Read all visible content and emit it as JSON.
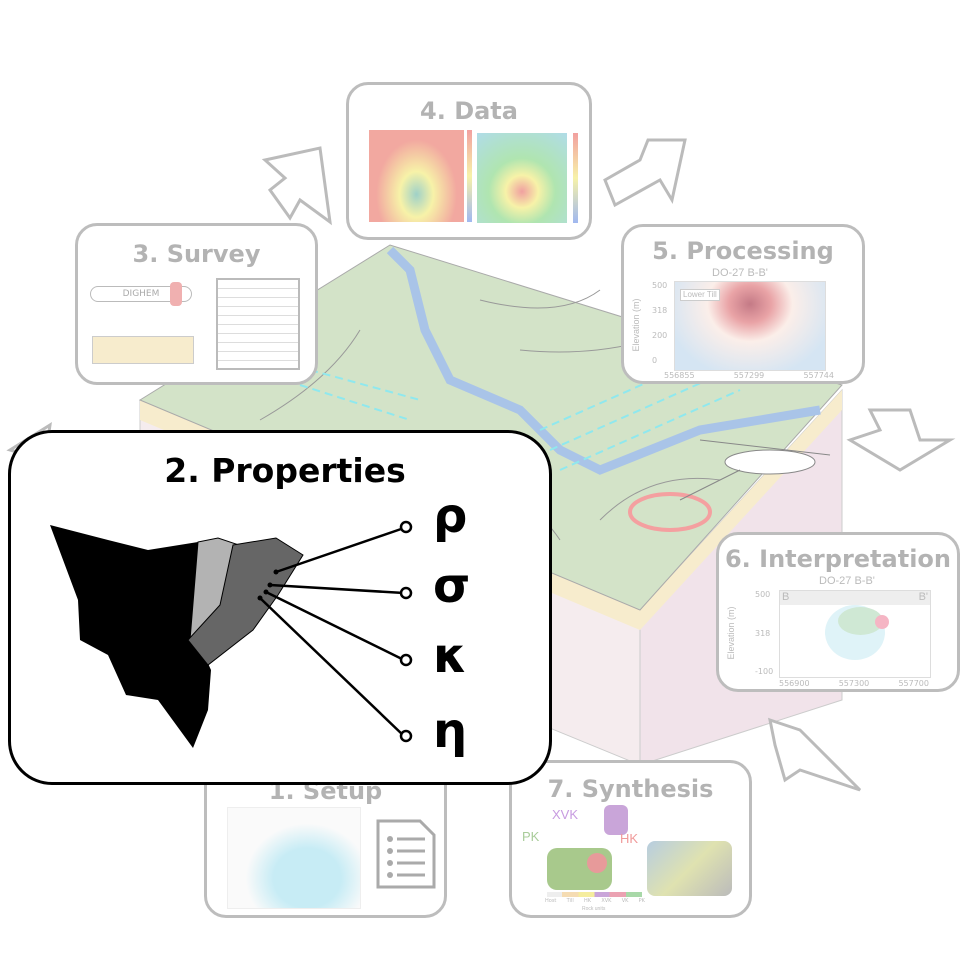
{
  "steps": {
    "setup": {
      "title": "1. Setup"
    },
    "properties": {
      "title": "2. Properties",
      "symbols": [
        "ρ",
        "σ",
        "κ",
        "η"
      ]
    },
    "survey": {
      "title": "3. Survey",
      "instrument_label": "DIGHEM"
    },
    "data": {
      "title": "4. Data"
    },
    "processing": {
      "title": "5. Processing",
      "plot_title": "DO-27 B-B'",
      "ylabel": "Elevation (m)",
      "yticks": [
        "0",
        "200",
        "318",
        "500"
      ],
      "xticks": [
        "556855",
        "557299",
        "557744"
      ],
      "annotation": "Lower Till"
    },
    "interpretation": {
      "title": "6. Interpretation",
      "plot_title": "DO-27 B-B'",
      "ylabel": "Elevation (m)",
      "yticks": [
        "-100",
        "318",
        "500"
      ],
      "xticks": [
        "556900",
        "557300",
        "557700"
      ],
      "section_left": "B",
      "section_right": "B'"
    },
    "synthesis": {
      "title": "7. Synthesis",
      "labels": [
        "XVK",
        "PK",
        "HK"
      ],
      "legend_title": "Rock units",
      "legend_items": [
        "Host",
        "Till",
        "HK",
        "XVK",
        "VK",
        "PK"
      ]
    }
  },
  "colors": {
    "faded_text": "#b3b3b3",
    "panel_border": "#bdbdbd",
    "terrain_top": "#d3e3c8",
    "water": "#a9c4e8",
    "side_pink": "#f1e3ea",
    "edge_beige": "#f7eccd",
    "target_ring": "#f4a0a0"
  }
}
